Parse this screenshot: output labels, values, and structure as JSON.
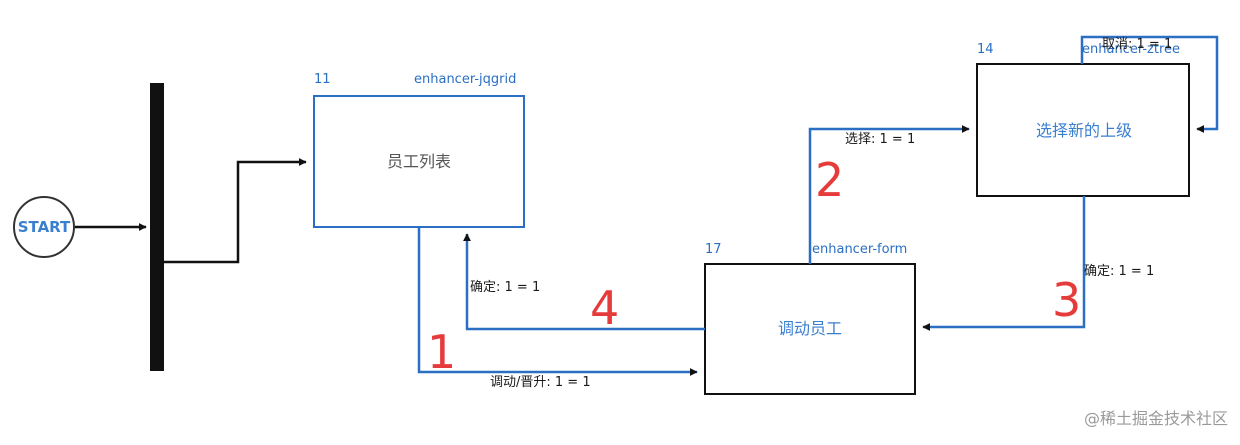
{
  "colors": {
    "blue": "#2a6fc4",
    "black": "#111111",
    "step_red": "#e63b3b"
  },
  "start": {
    "label": "START"
  },
  "nodes": [
    {
      "id": "11",
      "tag": "enhancer-jqgrid",
      "label": "员工列表"
    },
    {
      "id": "17",
      "tag": "enhancer-form",
      "label": "调动员工"
    },
    {
      "id": "14",
      "tag": "enhancer-ztree",
      "label": "选择新的上级"
    }
  ],
  "transitions": {
    "transfer": "调动/晋升: 1 = 1",
    "select": "选择: 1 = 1",
    "cancel": "取消: 1 = 1",
    "confirm_tree": "确定: 1 = 1",
    "confirm_form": "确定: 1 = 1"
  },
  "steps": [
    "1",
    "2",
    "3",
    "4"
  ],
  "watermark": "@稀土掘金技术社区"
}
